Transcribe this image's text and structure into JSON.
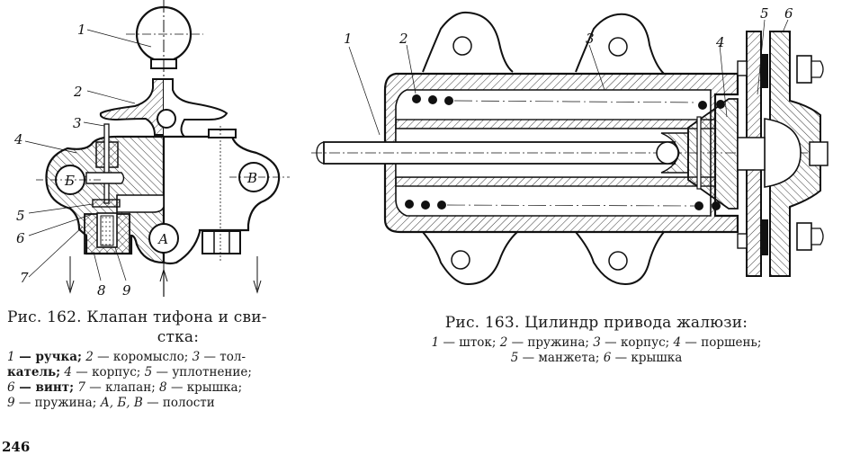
{
  "figure_162": {
    "caption_title": "Рис. 162. Клапан тифона и свистка:",
    "caption_line1": "Рис. 162. Клапан тифона и сви-",
    "caption_line2": "стка:",
    "legend_lines": [
      [
        {
          "n": "1",
          "t": " — ручка;",
          "bold": true
        },
        {
          "n": " 2",
          "t": " — коромысло;"
        },
        {
          "n": " 3",
          "t": " — тол-"
        }
      ],
      [
        {
          "n": "",
          "t": "катель;",
          "bold": true
        },
        {
          "n": " 4",
          "t": " — корпус;"
        },
        {
          "n": " 5",
          "t": " — уплотнение;"
        }
      ],
      [
        {
          "n": "6",
          "t": " — винт;",
          "bold": true
        },
        {
          "n": " 7",
          "t": " — клапан;"
        },
        {
          "n": "  8",
          "t": " — крышка;"
        }
      ],
      [
        {
          "n": "9",
          "t": " — пружина;"
        },
        {
          "n": " А, Б, В",
          "t": " — полости"
        }
      ]
    ],
    "part_labels": [
      "1",
      "2",
      "3",
      "4",
      "5",
      "6",
      "7",
      "8",
      "9"
    ],
    "cavity_labels": [
      "А",
      "Б",
      "В"
    ]
  },
  "figure_163": {
    "caption_title": "Рис. 163. Цилиндр привода жалюзи:",
    "legend_lines": [
      [
        {
          "n": "1",
          "t": " — шток;"
        },
        {
          "n": "   2",
          "t": " — пружина;"
        },
        {
          "n": "   3",
          "t": " — корпус;"
        },
        {
          "n": "   4",
          "t": " — поршень;"
        }
      ],
      [
        {
          "n": "5",
          "t": " — манжета;"
        },
        {
          "n": " 6",
          "t": " — крышка"
        }
      ]
    ],
    "part_labels": [
      "1",
      "2",
      "3",
      "4",
      "5",
      "6"
    ]
  },
  "page_number": "246"
}
